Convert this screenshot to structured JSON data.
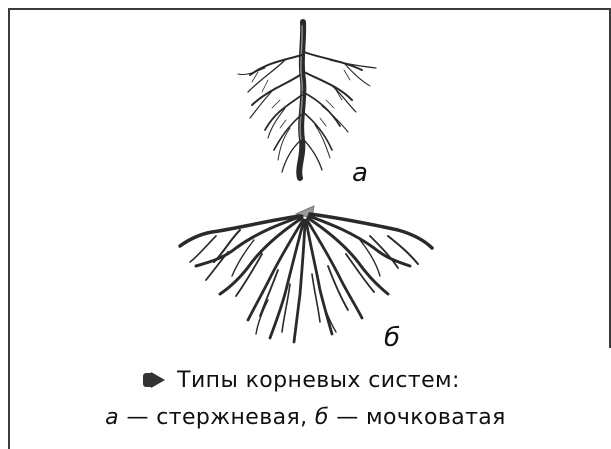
{
  "labels": {
    "a": "а",
    "b": "б"
  },
  "caption": {
    "title": "Типы корневых систем:",
    "line2_a": "а",
    "line2_a_text": " — стержневая, ",
    "line2_b": "б",
    "line2_b_text": " — мочковатая"
  },
  "colors": {
    "frame": "#3b3b3b",
    "root_stroke": "#2a2a2a",
    "root_fill": "#3a3a3a",
    "root_base": "#9a9a9a",
    "marker": "#333333"
  },
  "icons": {
    "caption_marker": "arrow-marker-icon"
  }
}
